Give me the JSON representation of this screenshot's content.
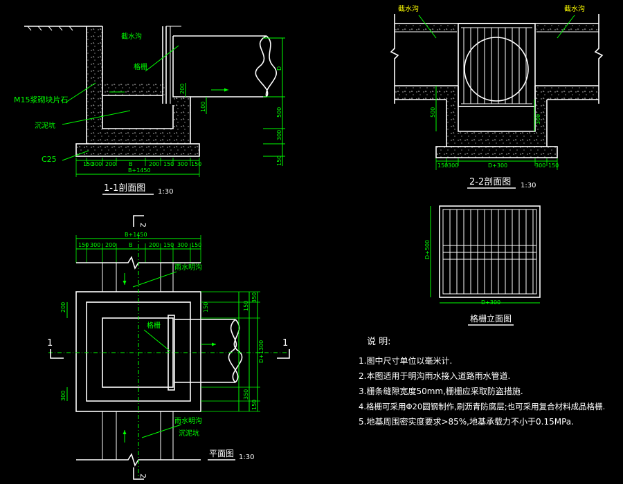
{
  "views": {
    "section11": {
      "title": "1-1剖面图",
      "scale": "1:30",
      "labels": {
        "ditch": "截水沟",
        "grate": "格栅",
        "masonry": "M15浆砌块片石",
        "sedimentation": "沉泥坑",
        "concrete": "C25"
      },
      "dims_bottom": [
        "150",
        "300",
        "200",
        "B",
        "200",
        "150",
        "300",
        "150"
      ],
      "dim_total": "B+1450",
      "dims_right": [
        "D",
        "500",
        "300",
        "150"
      ],
      "dims_inner": [
        "200",
        "100"
      ]
    },
    "section22": {
      "title": "2-2剖面图",
      "scale": "1:30",
      "labels": {
        "ditch_left": "截水沟",
        "ditch_right": "截水沟"
      },
      "dims_bottom": [
        "150",
        "300",
        "D+300",
        "300",
        "150"
      ],
      "dims_inner": [
        "500",
        "300"
      ]
    },
    "plan": {
      "title": "平面图",
      "scale": "1:30",
      "labels": {
        "rain_ditch_top": "雨水明沟",
        "grate": "格栅",
        "rain_ditch_bottom": "雨水明沟",
        "sedimentation": "沉泥坑"
      },
      "dims_top": [
        "150",
        "300",
        "200",
        "B",
        "200",
        "150",
        "300",
        "150"
      ],
      "dim_total": "B+1450",
      "dims_right": [
        "150",
        "350",
        "D+1300",
        "350",
        "150"
      ],
      "dims_left": [
        "200",
        "300"
      ],
      "dims_inner_right": [
        "150"
      ],
      "section_marks": {
        "left": "1",
        "right": "1",
        "top": "2",
        "bottom": "2"
      }
    },
    "grate_elev": {
      "title": "格栅立面图",
      "dim_side": "D+500",
      "dim_bottom": "D+300"
    }
  },
  "notes": {
    "heading": "说 明:",
    "items": [
      "1.图中尺寸单位以毫米计.",
      "2.本图适用于明沟雨水接入道路雨水管道.",
      "3.栅条缝隙宽度50mm,栅栅应采取防盗措施.",
      "4.格栅可采用Φ20圆钢制作,刷沥青防腐层;也可采用复合材料成品格栅.",
      "5.地基周围密实度要求>85%,地基承载力不小于0.15MPa."
    ]
  }
}
